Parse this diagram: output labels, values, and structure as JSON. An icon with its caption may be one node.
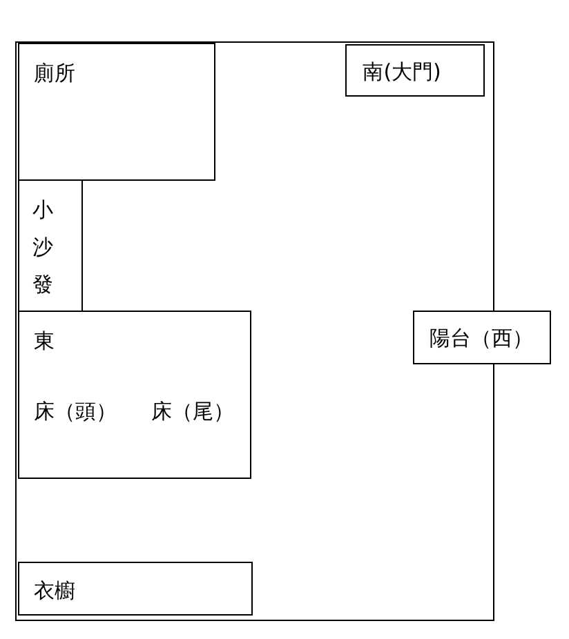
{
  "diagram": {
    "nodes": [
      {
        "text": [],
        "shape": "box"
      },
      {
        "text": [
          "廁所"
        ],
        "in": 0
      },
      {
        "text": [
          "南(大門)"
        ],
        "in": 0
      },
      {
        "text": [
          "小沙發"
        ],
        "in": 0
      },
      {
        "text": [
          "東",
          "床（頭）",
          "床（尾）"
        ],
        "in": 0
      },
      {
        "text": [
          "陽台（西）"
        ]
      },
      {
        "text": [
          "衣櫥"
        ],
        "in": 0
      }
    ]
  }
}
